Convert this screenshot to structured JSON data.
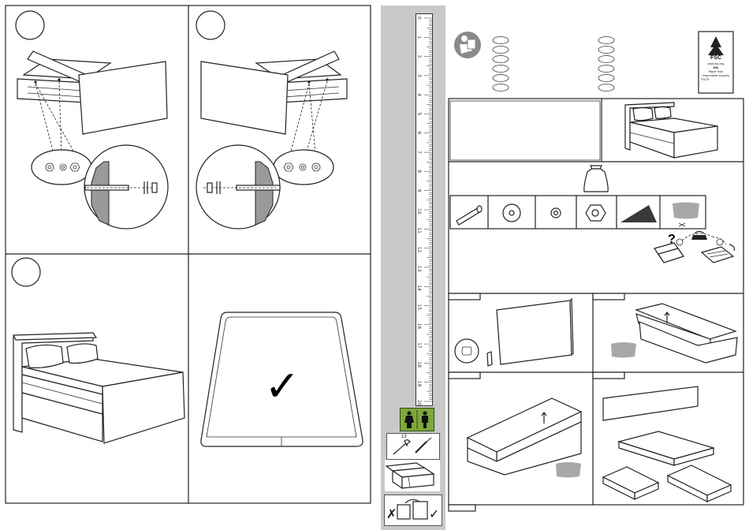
{
  "left_page": {
    "panels": [
      {
        "id": "step-a",
        "content": "headboard attachment left side with bolt, washer, nut detail"
      },
      {
        "id": "step-b",
        "content": "headboard attachment right side with bolt, washer, nut detail"
      },
      {
        "id": "step-c",
        "content": "assembled boxspring bed with pillows"
      },
      {
        "id": "step-d",
        "content": "topper placed, checkmark"
      }
    ],
    "check_mark": "✓"
  },
  "middle_strip": {
    "ruler_labels": [
      "0",
      "1",
      "2",
      "3",
      "4",
      "5",
      "6",
      "7",
      "8",
      "9",
      "10",
      "11",
      "12",
      "13",
      "14",
      "15",
      "16",
      "17",
      "18",
      "19",
      "20"
    ],
    "persons_icon": "two-persons-icon",
    "tools_label": "13",
    "wrong_mark": "✗",
    "right_mark": "✓"
  },
  "right_page": {
    "fsc": {
      "logo_text": "FSC",
      "lines": [
        "www.fsc.org",
        "MIX",
        "Paper from",
        "responsible sources",
        "FSC®"
      ]
    },
    "question_mark": "?",
    "parts": [
      {
        "name": "bolt-part"
      },
      {
        "name": "large-washer-part"
      },
      {
        "name": "small-washer-part"
      },
      {
        "name": "nut-part"
      },
      {
        "name": "allen-key-part"
      },
      {
        "name": "cloth-part"
      }
    ]
  }
}
